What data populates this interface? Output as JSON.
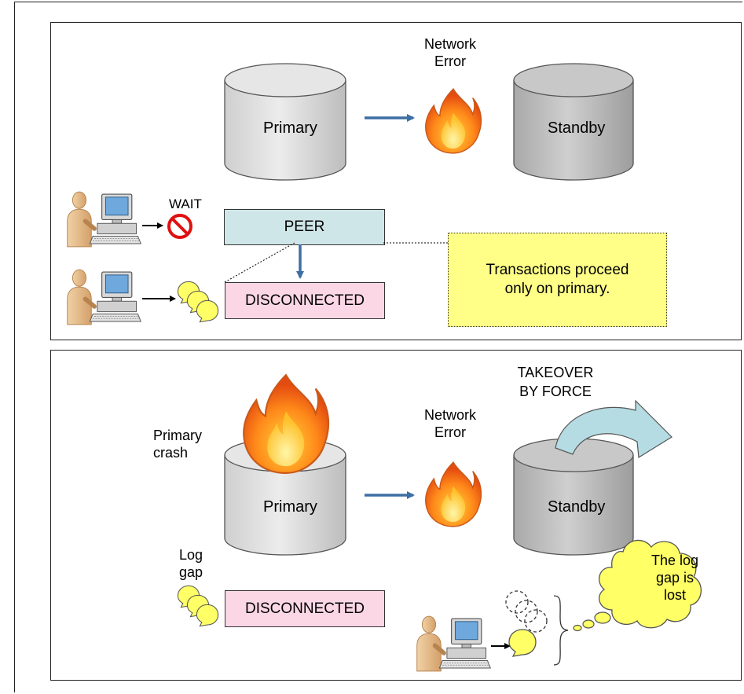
{
  "top_panel": {
    "primary_label": "Primary",
    "standby_label": "Standby",
    "network_error_line1": "Network",
    "network_error_line2": "Error",
    "wait_label": "WAIT",
    "peer_label": "PEER",
    "disconnected_label": "DISCONNECTED",
    "note_line1": "Transactions proceed",
    "note_line2": "only on primary."
  },
  "bottom_panel": {
    "primary_label": "Primary",
    "standby_label": "Standby",
    "primary_crash_line1": "Primary",
    "primary_crash_line2": "crash",
    "network_error_line1": "Network",
    "network_error_line2": "Error",
    "takeover_line1": "TAKEOVER",
    "takeover_line2": "BY FORCE",
    "log_gap_line1": "Log",
    "log_gap_line2": "gap",
    "disconnected_label": "DISCONNECTED",
    "thought_line1": "The log",
    "thought_line2": "gap is",
    "thought_line3": "lost"
  },
  "colors": {
    "primary_fill": "#e2e2e2",
    "standby_fill": "#c2c2c2",
    "peer_fill": "#cfe6e8",
    "disconnected_fill": "#fbd7e6",
    "note_fill": "#ffff88",
    "arrow": "#3d6fa3",
    "log_bubble": "#ffff66",
    "takeover_arrow": "#b5dce3"
  }
}
